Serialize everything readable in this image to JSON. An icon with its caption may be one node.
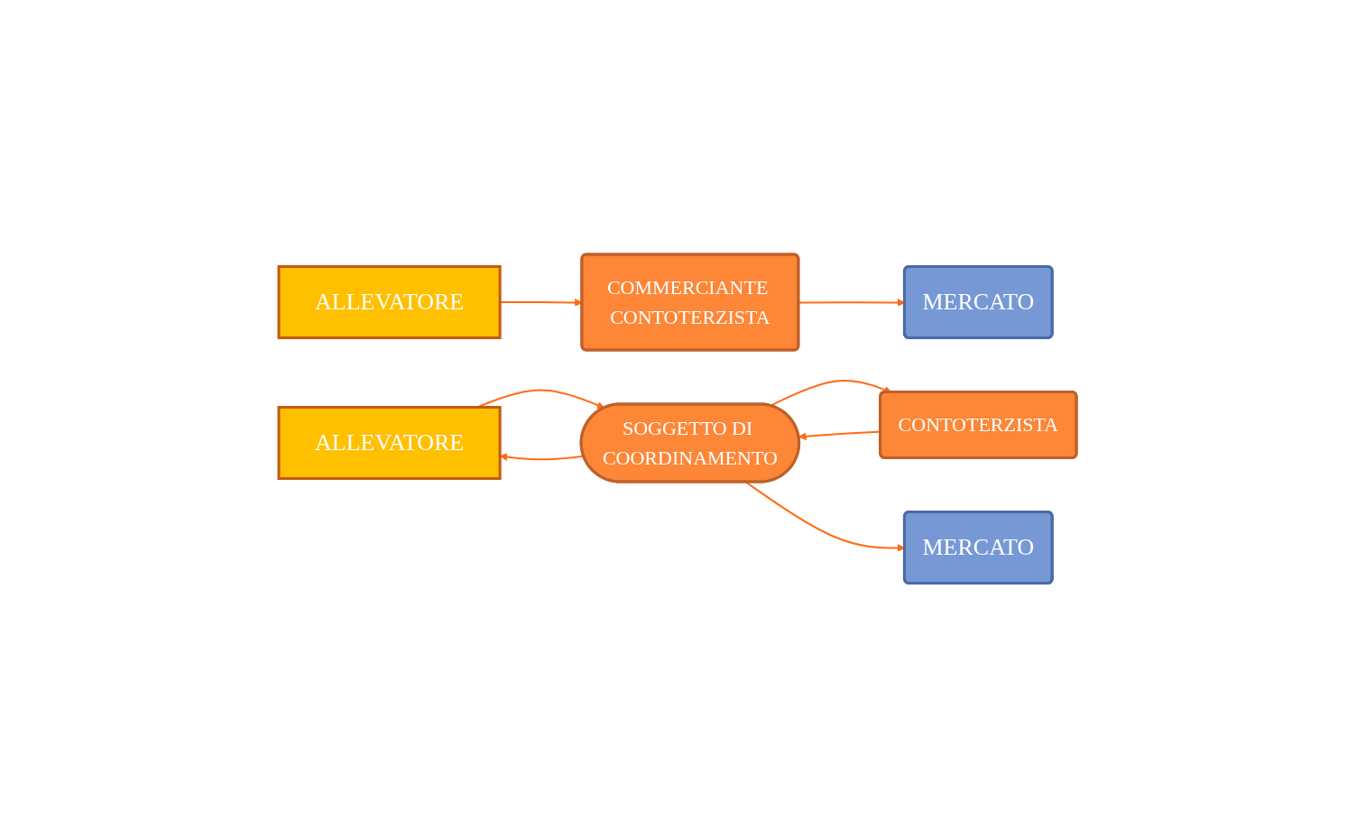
{
  "diagram": {
    "nodes": [
      {
        "text": [
          "ALLEVATORE"
        ]
      },
      {
        "text": [
          "COMMERCIANTE CONTOTERZISTA"
        ]
      },
      {
        "text": [
          "MERCATO"
        ]
      },
      {
        "text": [
          "ALLEVATORE"
        ]
      },
      {
        "text": [
          "SOGGETTO DI COORDINAMENTO"
        ]
      },
      {
        "text": [
          "CONTOTERZISTA"
        ]
      },
      {
        "text": [
          "MERCATO"
        ]
      }
    ],
    "edges": [
      {
        "from": 0,
        "to": 1,
        "arrow": "to"
      },
      {
        "from": 1,
        "to": 2,
        "arrow": "to"
      },
      {
        "from": 4,
        "to": 3,
        "arrow": "to"
      },
      {
        "from": 3,
        "to": 4,
        "arrow": "to"
      },
      {
        "from": 4,
        "to": 5,
        "arrow": "to"
      },
      {
        "from": 5,
        "to": 4,
        "arrow": "to"
      },
      {
        "from": 4,
        "to": 6,
        "arrow": "to"
      }
    ]
  }
}
